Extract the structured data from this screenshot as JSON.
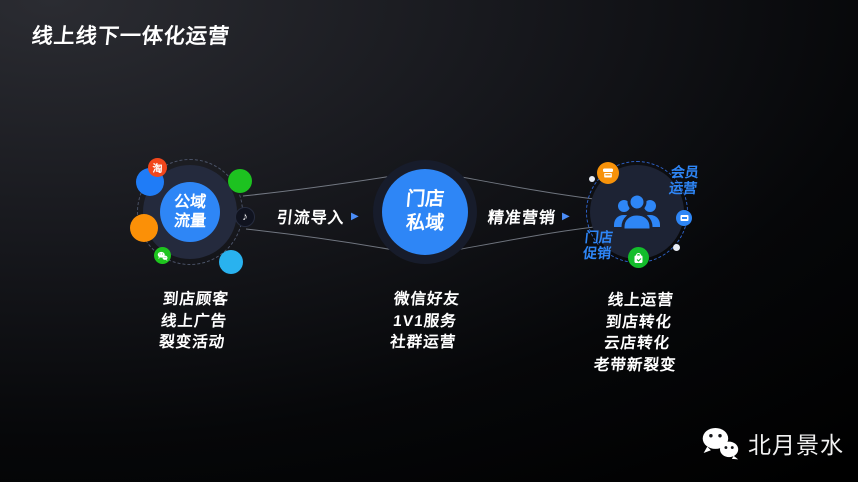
{
  "title": "线上线下一体化运营",
  "colors": {
    "accent_blue": "#2E86F6",
    "dark_circle": "#242A3D",
    "green": "#1DC220",
    "orange": "#FB9007",
    "cyan": "#29B2EF",
    "taobao_red": "#F2471C",
    "wechat_green": "#1EC51E",
    "douyin_black": "#10131F"
  },
  "flow": {
    "left_node": {
      "label": [
        "公域",
        "流量"
      ],
      "bullets": [
        "到店顾客",
        "线上广告",
        "裂变活动"
      ],
      "taobao_glyph": "淘",
      "douyin_glyph": "♪"
    },
    "arrow_left": {
      "label": "引流导入",
      "pointer": "▶"
    },
    "center_node": {
      "label": [
        "门店",
        "私域"
      ],
      "bullets": [
        "微信好友",
        "1V1服务",
        "社群运营"
      ]
    },
    "arrow_right": {
      "label": "精准营销",
      "pointer": "▶"
    },
    "right_node": {
      "badge_top": [
        "会员",
        "运营"
      ],
      "badge_bottom": [
        "门店",
        "促销"
      ],
      "bullets": [
        "线上运营",
        "到店转化",
        "云店转化",
        "老带新裂变"
      ]
    }
  },
  "watermark": {
    "text": "北月景水"
  }
}
